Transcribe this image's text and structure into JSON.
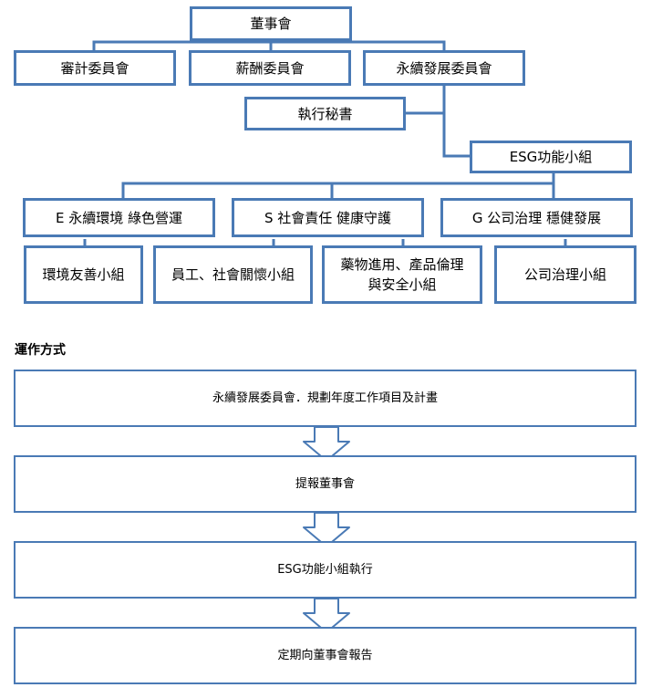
{
  "org_chart": {
    "board": "董事會",
    "committees": {
      "audit": "審計委員會",
      "compensation": "薪酬委員會",
      "sustainability": "永續發展委員會"
    },
    "executive_secretary": "執行秘書",
    "esg_team": "ESG功能小組",
    "pillars": {
      "environment": "E 永續環境  綠色營運",
      "social": "S 社會責任  健康守護",
      "governance": "G  公司治理  穩健發展"
    },
    "groups": {
      "environment_group": "環境友善小組",
      "social_group": "員工、社會關懷小組",
      "product_group_line1": "藥物進用、產品倫理",
      "product_group_line2": "與安全小組",
      "governance_group": "公司治理小組"
    }
  },
  "operation": {
    "title": "運作方式",
    "steps": [
      "永續發展委員會．規劃年度工作項目及計畫",
      "提報董事會",
      "ESG功能小組執行",
      "定期向董事會報告"
    ]
  },
  "colors": {
    "border": "#4a7ab5",
    "background": "#ffffff",
    "text": "#000000"
  }
}
